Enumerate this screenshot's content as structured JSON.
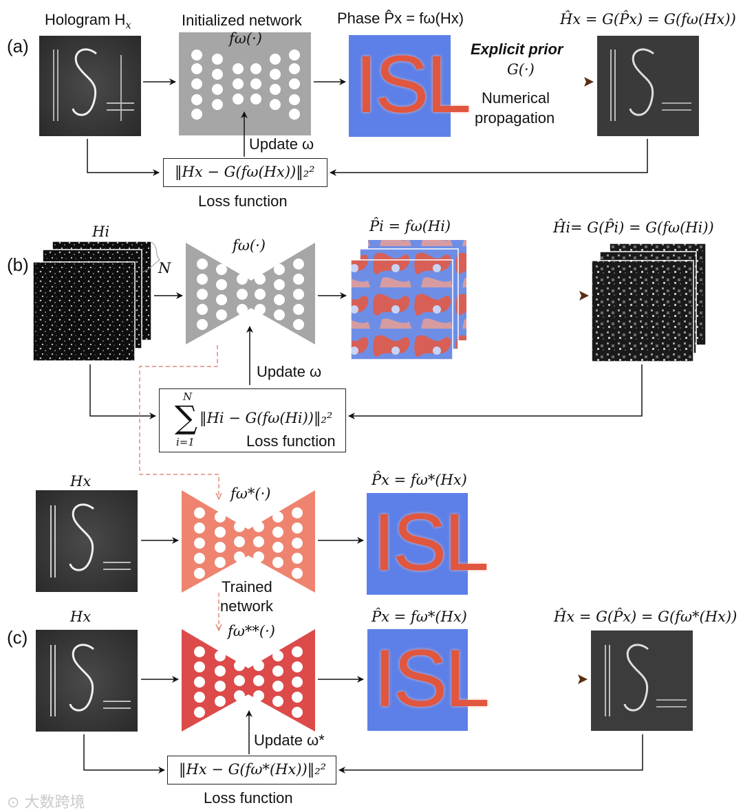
{
  "panels": {
    "a": {
      "label": "(a)",
      "hologram_title": "Hologram H",
      "hologram_sub": "x",
      "network_title": "Initialized network",
      "network_func": "fω(·)",
      "phase_title": "Phase P̂x = fω(Hx)",
      "explicit_prior": "Explicit prior",
      "operator": "G(·)",
      "propagation_line1": "Numerical",
      "propagation_line2": "propagation",
      "output_eq": "Ĥx = G(P̂x) = G(fω(Hx))",
      "update": "Update ω",
      "loss_eq": "‖Hx − G(fω(Hx))‖₂²",
      "loss_label": "Loss function",
      "phase_text": "ISL"
    },
    "b": {
      "label": "(b)",
      "input_label": "Hi",
      "stack_label": "N",
      "network_func": "fω(·)",
      "phase_eq": "P̂i = fω(Hi)",
      "output_eq": "Ĥi= G(P̂i) = G(fω(Hi))",
      "update": "Update ω",
      "sum_upper": "N",
      "sum_lower": "i=1",
      "loss_eq": "‖Hi − G(fω(Hi))‖₂²",
      "loss_label": "Loss function"
    },
    "mid": {
      "input_label": "Hx",
      "network_func": "fω*(·)",
      "phase_eq": "P̂x = fω*(Hx)",
      "trained_line1": "Trained",
      "trained_line2": "network",
      "phase_text": "ISL"
    },
    "c": {
      "label": "(c)",
      "input_label": "Hx",
      "network_func": "fω**(·)",
      "phase_eq": "P̂x = fω*(Hx)",
      "output_eq": "Ĥx = G(P̂x) = G(fω*(Hx))",
      "update": "Update ω*",
      "loss_eq": "‖Hx − G(fω*(Hx))‖₂²",
      "loss_label": "Loss function",
      "phase_text": "ISL"
    }
  },
  "watermark": "大数跨境",
  "colors": {
    "network_gray": "#a6a6a6",
    "network_salmon": "#ee8470",
    "network_red": "#dc4a4a",
    "phase_blue": "#5d80e8",
    "phase_red": "#e0563e",
    "arrow_brown": "#5a2e12",
    "arrow_orange": "#e89048",
    "dashed": "#e08a7c"
  }
}
